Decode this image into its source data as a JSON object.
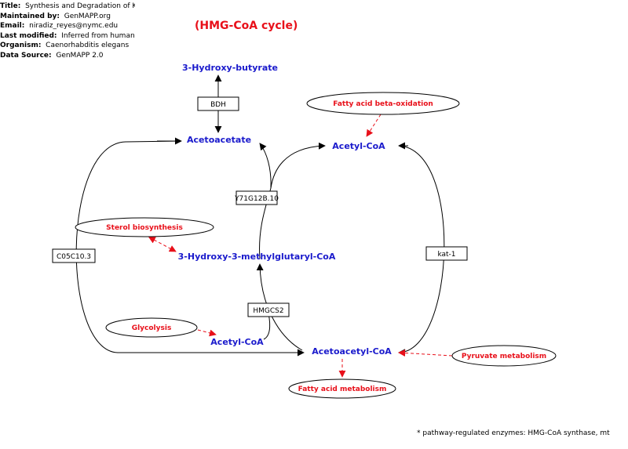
{
  "info": {
    "title_label": "Title:",
    "title_value": "Synthesis and Degradation of Ketone Bodies",
    "maintained_label": "Maintained by:",
    "maintained_value": "GenMAPP.org",
    "email_label": "Email:",
    "email_value": "niradiz_reyes@nymc.edu",
    "modified_label": "Last modified:",
    "modified_value": "Inferred from human u",
    "organism_label": "Organism:",
    "organism_value": "Caenorhabditis elegans",
    "source_label": "Data Source:",
    "source_value": "GenMAPP 2.0"
  },
  "cycle_title": "(HMG-CoA cycle)",
  "metabolites": {
    "hydroxybutyrate": "3-Hydroxy-butyrate",
    "acetoacetate": "Acetoacetate",
    "acetyl_coa_top": "Acetyl-CoA",
    "hmg_coa": "3-Hydroxy-3-methylglutaryl-CoA",
    "acetyl_coa_bottom": "Acetyl-CoA",
    "acetoacetyl_coa": "Acetoacetyl-CoA"
  },
  "genes": {
    "bdh": "BDH",
    "y71g12b10": "Y71G12B.10",
    "c05c10_3": "C05C10.3",
    "kat1": "kat-1",
    "hmgcs2": "HMGCS2"
  },
  "pathways": {
    "fatty_acid_beta_oxidation": "Fatty acid beta-oxidation",
    "sterol_biosynthesis": "Sterol biosynthesis",
    "glycolysis": "Glycolysis",
    "pyruvate_metabolism": "Pyruvate metabolism",
    "fatty_acid_metabolism": "Fatty acid metabolism"
  },
  "footnote": "* pathway-regulated enzymes: HMG-CoA synthase, mt",
  "colors": {
    "metabolite": "#1a1acc",
    "pathway": "#e8101a",
    "title": "#e8101a"
  }
}
